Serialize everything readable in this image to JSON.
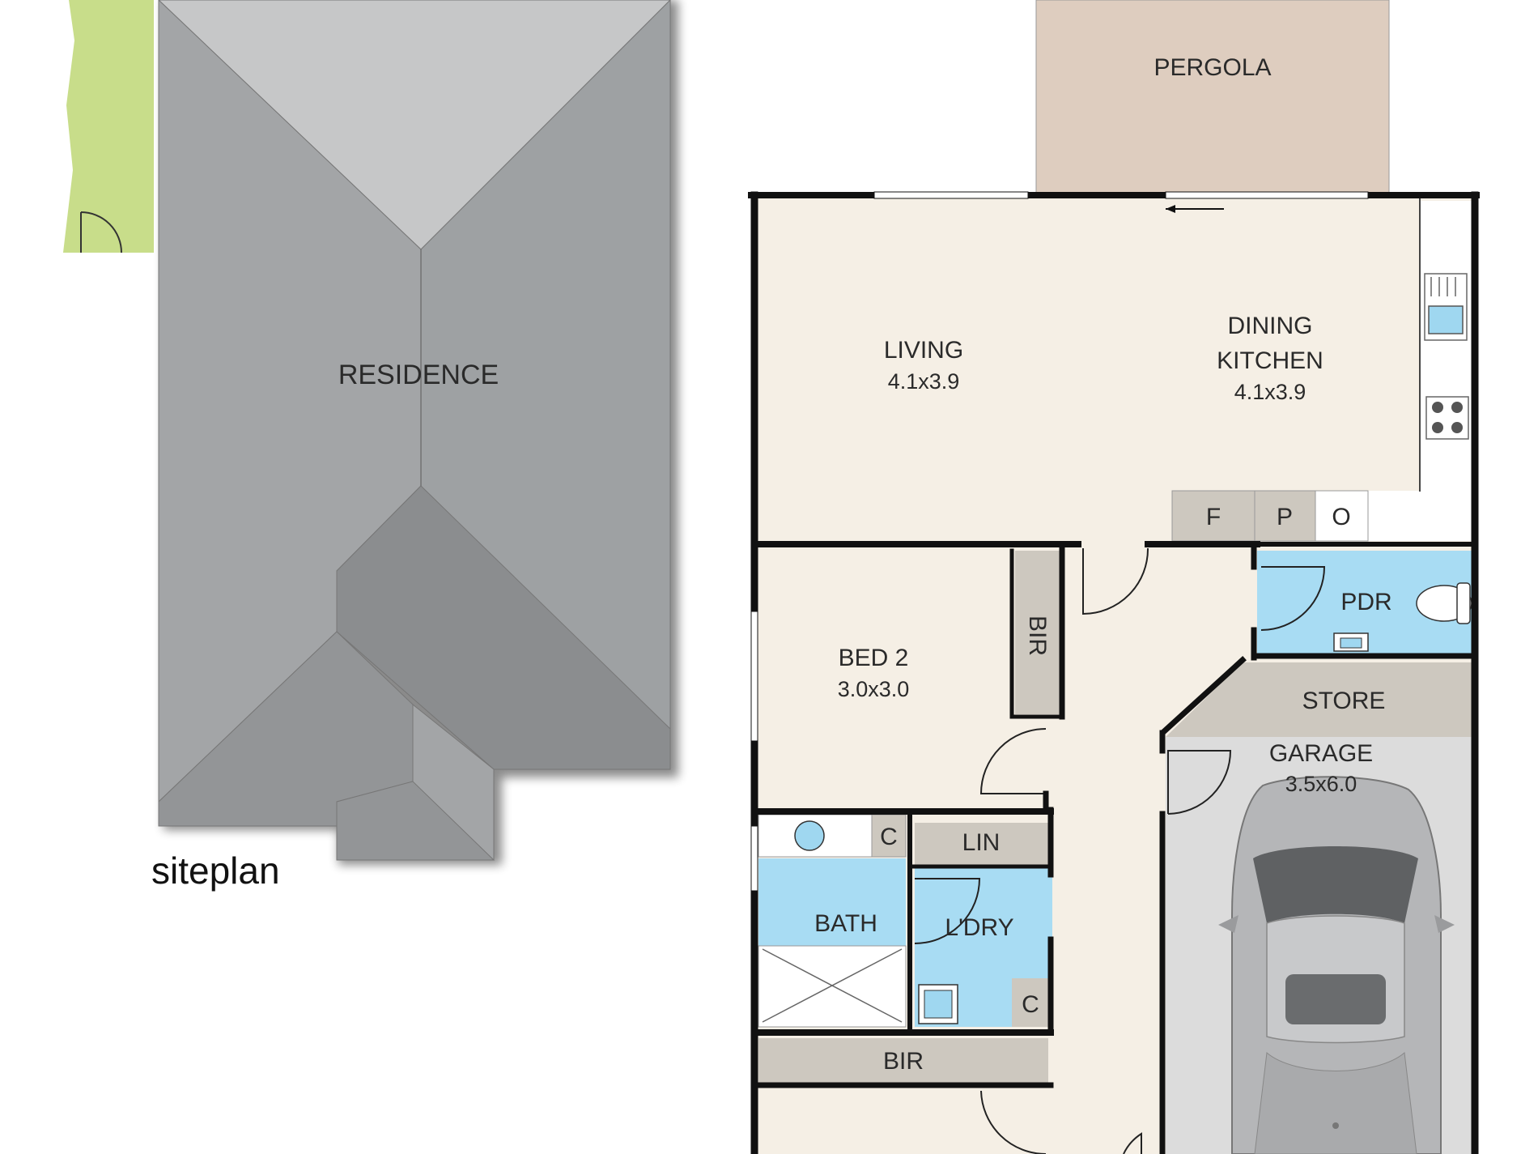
{
  "site": {
    "caption": "siteplan",
    "residence_label": "RESIDENCE"
  },
  "rooms": {
    "pergola": {
      "name": "PERGOLA"
    },
    "living": {
      "name": "LIVING",
      "size": "4.1x3.9"
    },
    "dining_kitchen": {
      "name_line1": "DINING",
      "name_line2": "KITCHEN",
      "size": "4.1x3.9"
    },
    "kitchen_units": {
      "fridge": "F",
      "pantry": "P",
      "oven": "O"
    },
    "pdr": {
      "name": "PDR"
    },
    "bed2": {
      "name": "BED 2",
      "size": "3.0x3.0"
    },
    "bir_bed2": {
      "name": "BIR"
    },
    "store": {
      "name": "STORE"
    },
    "garage": {
      "name": "GARAGE",
      "size": "3.5x6.0"
    },
    "bath": {
      "name": "BATH",
      "cupboard": "C"
    },
    "lin": {
      "name": "LIN"
    },
    "laundry": {
      "name": "L'DRY",
      "cupboard": "C"
    },
    "bir_lower": {
      "name": "BIR"
    }
  },
  "colors": {
    "floor": "#f5efe5",
    "wet_area": "#a8dcf3",
    "robe": "#cdc8bf",
    "garage": "#dcdcdc",
    "pergola": "#decdbf",
    "lawn": "#c8dd8a",
    "wall": "#111111"
  }
}
